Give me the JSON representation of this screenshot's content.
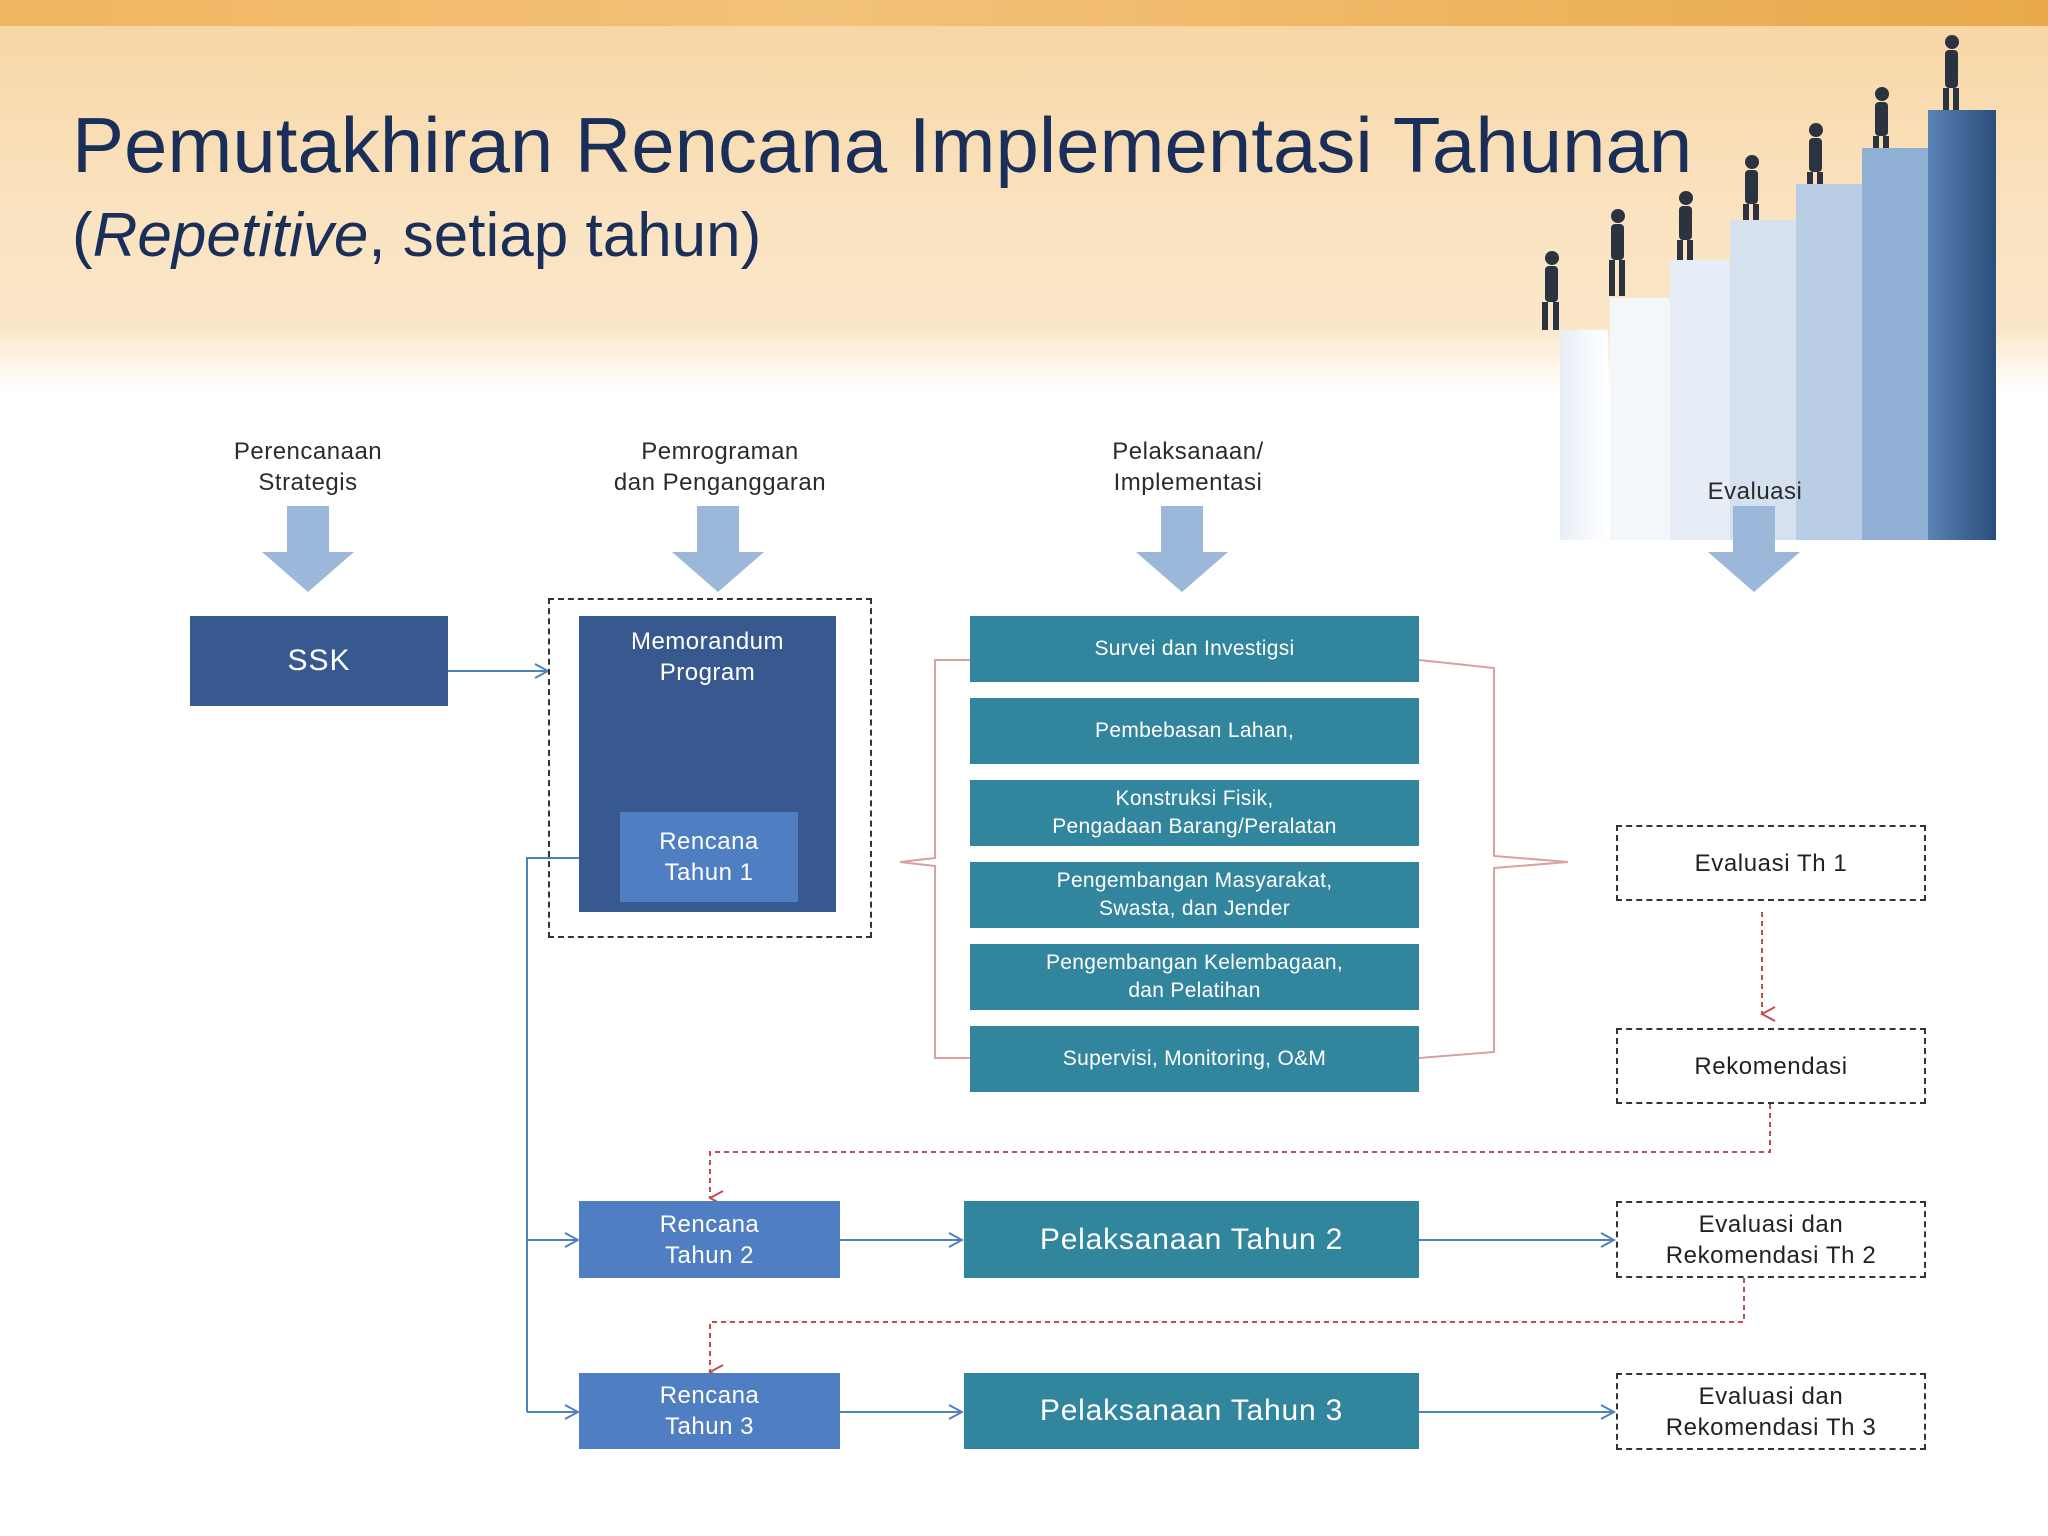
{
  "title": "Pemutakhiran Rencana Implementasi Tahunan",
  "subtitle": {
    "open_paren": "(",
    "italic": "Repetitive",
    "rest": ", setiap tahun)"
  },
  "columns": {
    "perencanaan": "Perencanaan\nStrategis",
    "pemrograman": "Pemrograman\ndan Penganggaran",
    "pelaksanaan": "Pelaksanaan/\nImplementasi",
    "evaluasi": "Evaluasi"
  },
  "boxes": {
    "ssk": "SSK",
    "memorandum": "Memorandum\nProgram",
    "rencana_1": "Rencana\nTahun 1",
    "rencana_2": "Rencana\nTahun 2",
    "rencana_3": "Rencana\nTahun 3",
    "pelaksanaan_2": "Pelaksanaan Tahun 2",
    "pelaksanaan_3": "Pelaksanaan Tahun 3"
  },
  "activities": [
    "Survei dan Investigsi",
    "Pembebasan Lahan,",
    "Konstruksi Fisik,\nPengadaan Barang/Peralatan",
    "Pengembangan Masyarakat,\nSwasta, dan Jender",
    "Pengembangan Kelembagaan,\ndan Pelatihan",
    "Supervisi, Monitoring, O&M"
  ],
  "evaluation": {
    "th1": "Evaluasi Th 1",
    "rekomendasi": "Rekomendasi",
    "th2": "Evaluasi  dan\nRekomendasi Th 2",
    "th3": "Evaluasi dan\nRekomendasi Th 3"
  },
  "colors": {
    "title": "#1a2e5a",
    "dark_blue": "#37598f",
    "mid_blue": "#4f7fc2",
    "teal": "#31859c",
    "connector_blue": "#4f81bd",
    "feedback_red": "#c0504d",
    "down_arrow": "#9bb7d9"
  }
}
